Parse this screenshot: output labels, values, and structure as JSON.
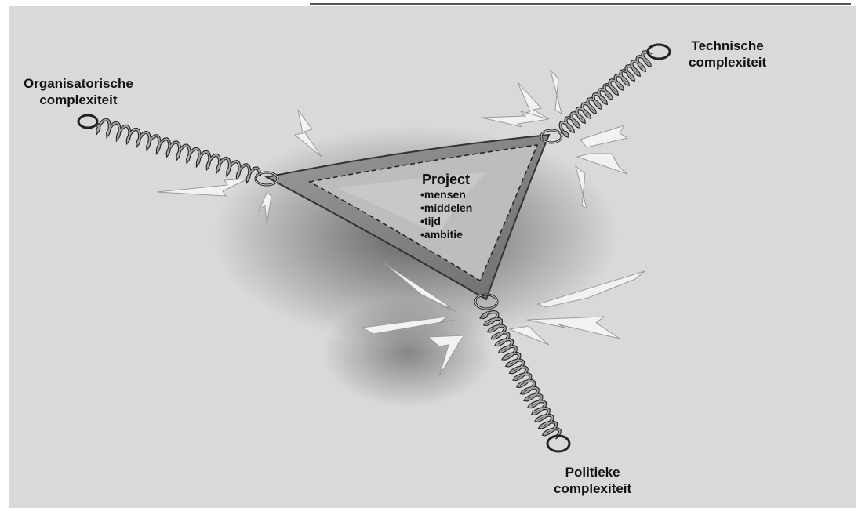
{
  "labels": {
    "organisatorisch": [
      "Organisatorische",
      "complexiteit"
    ],
    "technisch": [
      "Technische",
      "complexiteit"
    ],
    "politiek": [
      "Politieke",
      "complexiteit"
    ]
  },
  "project": {
    "title": "Project",
    "items": [
      "mensen",
      "middelen",
      "tijd",
      "ambitie"
    ]
  },
  "colors": {
    "background": "#d9d9d9",
    "sheet": "#8f8f8f",
    "inner": "#b9b9b9",
    "spring": "#8a8a8a"
  }
}
